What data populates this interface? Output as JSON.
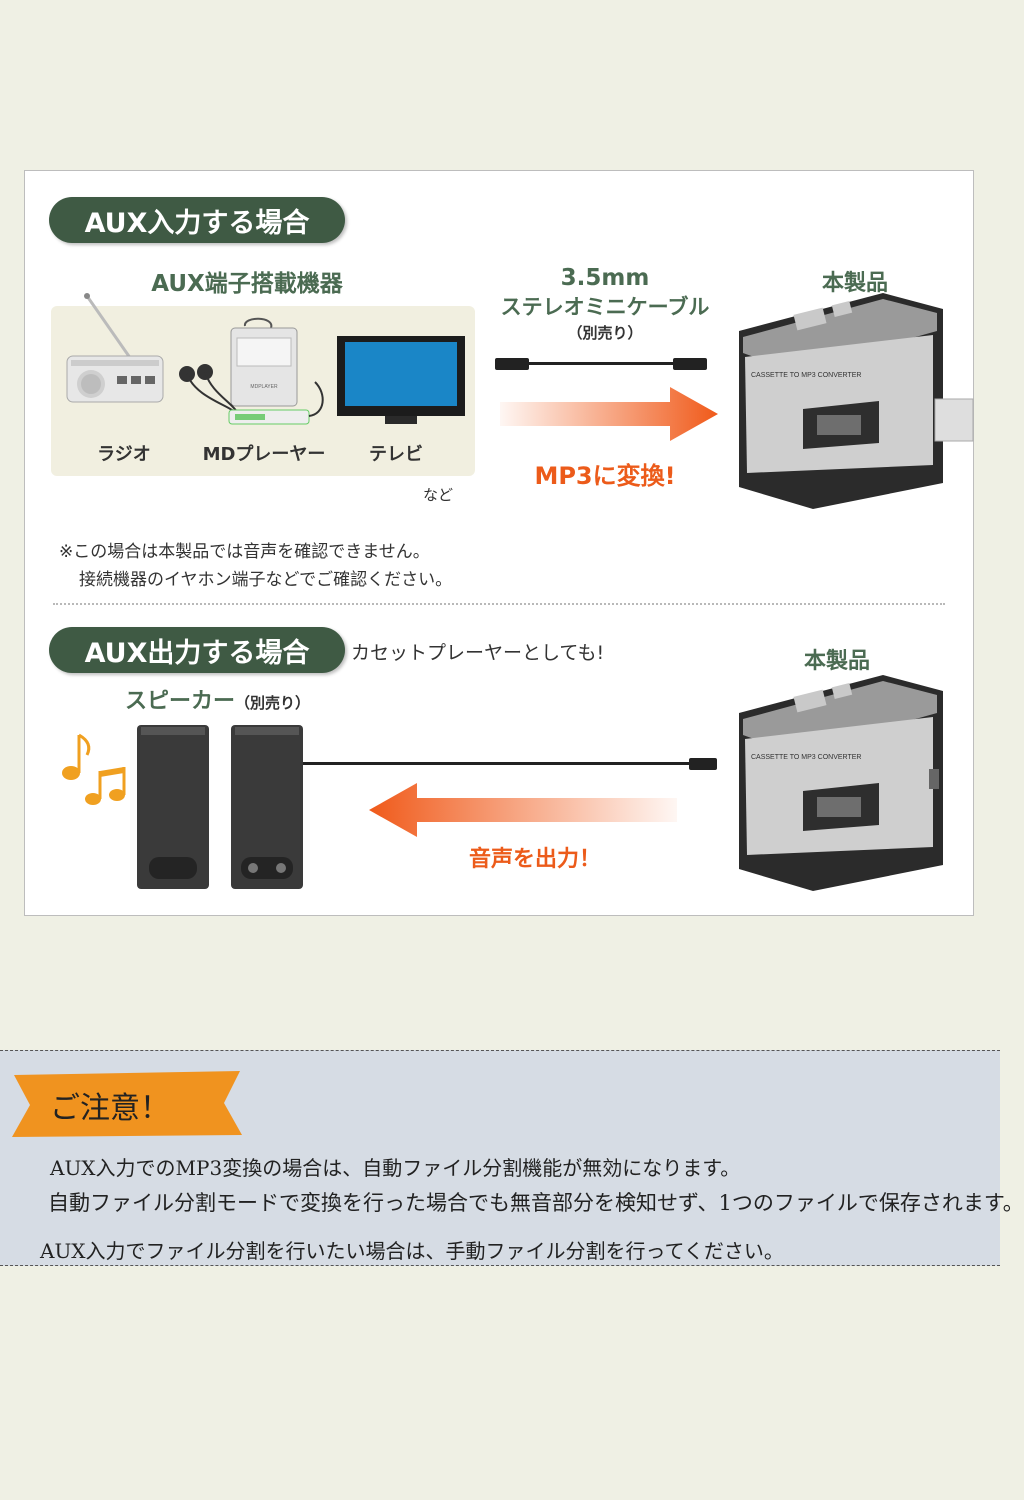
{
  "section_aux_in": {
    "title": "AUX入力する場合",
    "devices_heading": "AUX端子搭載機器",
    "devices": [
      "ラジオ",
      "MDプレーヤー",
      "テレビ"
    ],
    "devices_etc": "など",
    "cable": {
      "line1": "3.5mm",
      "line2": "ステレオミニケーブル",
      "line3": "（別売り）"
    },
    "product_label": "本製品",
    "convert_label": "MP3に変換!",
    "note_line1": "※この場合は本製品では音声を確認できません。",
    "note_line2": "接続機器のイヤホン端子などでご確認ください。"
  },
  "section_aux_out": {
    "title": "AUX出力する場合",
    "subtitle": "カセットプレーヤーとしても!",
    "speaker_label": "スピーカー",
    "speaker_sub": "（別売り）",
    "product_label": "本製品",
    "output_label": "音声を出力！"
  },
  "device_texts": {
    "md_brand": "MDPLAYER",
    "cassette_brand": "CASSETTE TO MP3 CONVERTER"
  },
  "notice": {
    "tag": "ご注意！",
    "line1": "AUX入力でのMP3変換の場合は、自動ファイル分割機能が無効になります。",
    "line2": "自動ファイル分割モードで変換を行った場合でも無音部分を検知せず、1つのファイルで保存されます。",
    "line3": "AUX入力でファイル分割を行いたい場合は、手動ファイル分割を行ってください。"
  },
  "colors": {
    "pill_green": "#3f5a44",
    "heading_green": "#4b6b52",
    "accent_orange": "#ec5b1a",
    "notice_tag": "#f0931f",
    "notice_bg": "#d6dce4",
    "page_bg": "#eff0e4"
  }
}
